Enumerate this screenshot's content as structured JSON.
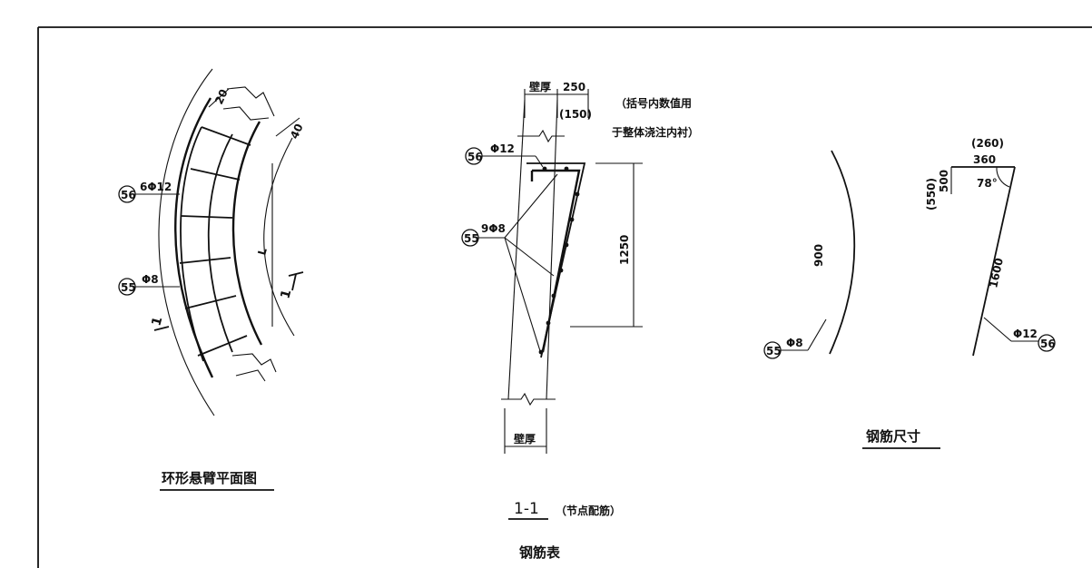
{
  "plan_view": {
    "title": "环形悬臂平面图",
    "dim_20": "20",
    "dim_40": "40",
    "dim_L": "L",
    "section_mark_left": "1",
    "section_mark_right": "1",
    "bar56_no": "56",
    "bar56_label": "6Φ12",
    "bar55_no": "55",
    "bar55_label": "Φ8"
  },
  "section_view": {
    "title": "1-1",
    "subtitle": "（节点配筋）",
    "wall_label_top": "壁厚",
    "wall_label_bottom": "壁厚",
    "dim_250": "250",
    "dim_150": "(150)",
    "dim_1250": "1250",
    "note_line1": "（括号内数值用",
    "note_line2": "于整体浇注内衬）",
    "bar56_no": "56",
    "bar56_label": "Φ12",
    "bar55_no": "55",
    "bar55_label": "9Φ8"
  },
  "rebar_dims": {
    "title": "钢筋尺寸",
    "arc_len": "900",
    "arc_bar_no": "55",
    "arc_bar_label": "Φ8",
    "dim_260": "(260)",
    "dim_360": "360",
    "dim_550": "(550)",
    "dim_500": "500",
    "angle": "78°",
    "len_1600": "1600",
    "hook_bar_no": "56",
    "hook_bar_label": "Φ12"
  },
  "bottom_title": "钢筋表"
}
